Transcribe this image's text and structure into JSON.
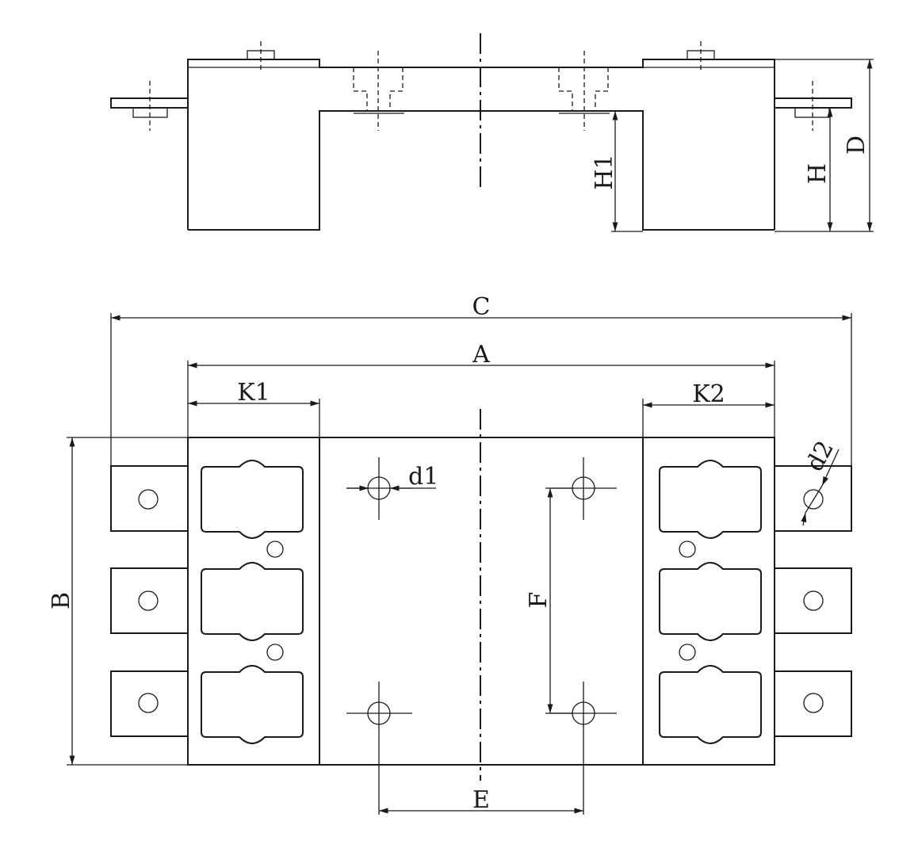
{
  "drawing": {
    "labels": {
      "c": "C",
      "a": "A",
      "k1": "K1",
      "k2": "K2",
      "b": "B",
      "d": "D",
      "h": "H",
      "h1": "H1",
      "d1": "d1",
      "d2": "d2",
      "e": "E",
      "f": "F"
    },
    "terminal_count_per_side": 3,
    "slot_count_per_side": 3
  }
}
